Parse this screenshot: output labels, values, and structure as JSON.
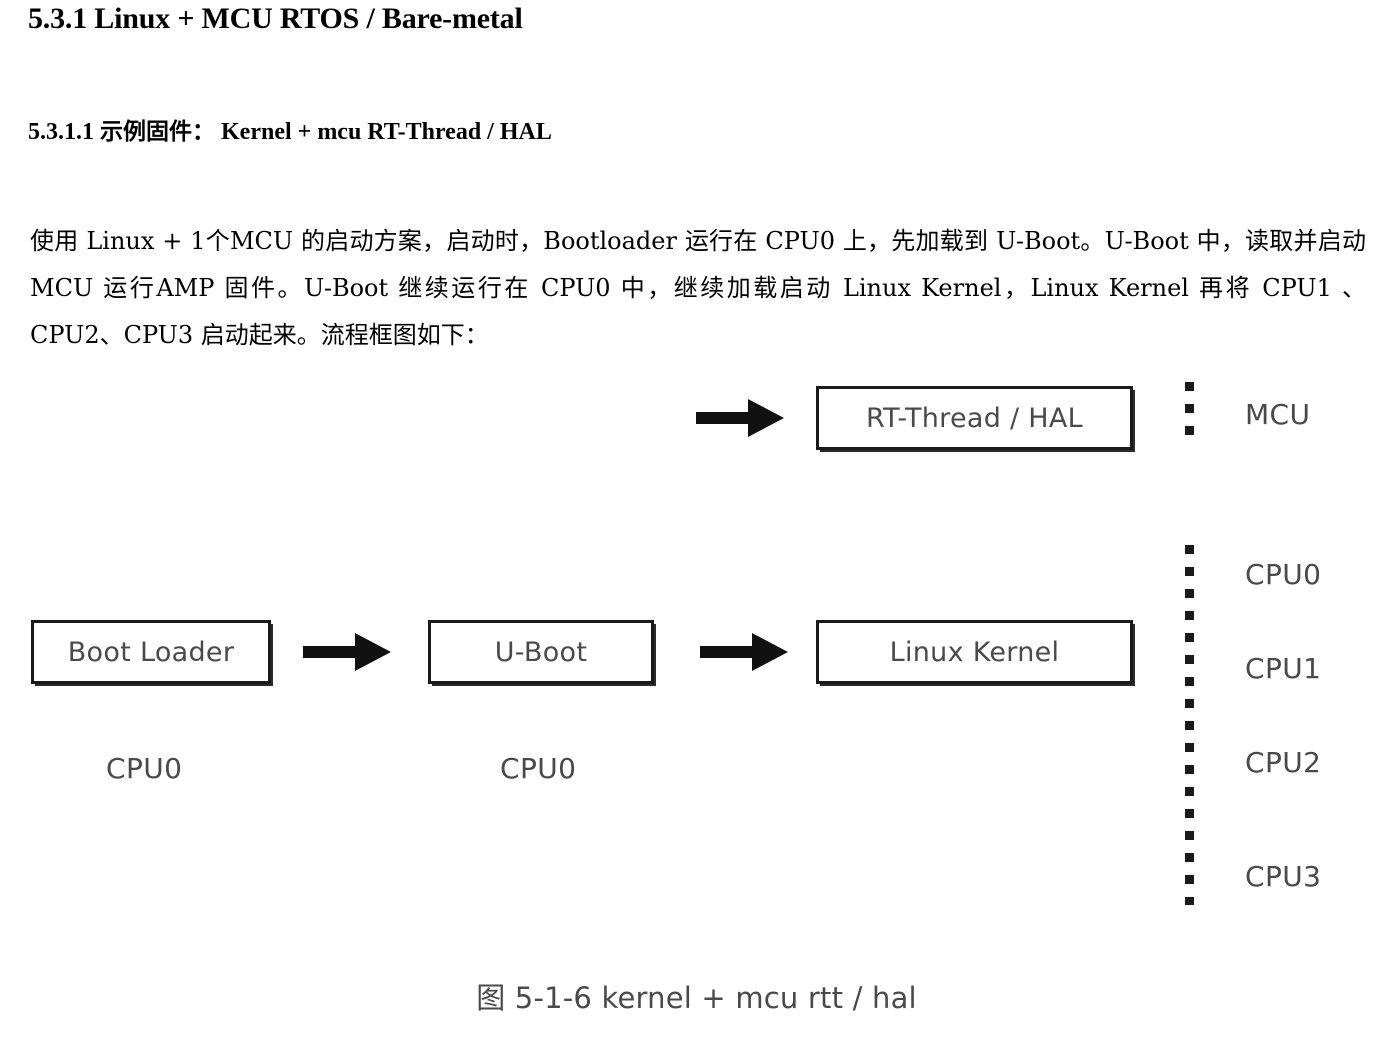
{
  "document": {
    "heading1": "5.3.1 Linux + MCU RTOS / Bare-metal",
    "heading2_prefix": "5.3.1.1 ",
    "heading2_cjk": "示例固件：",
    "heading2_suffix": "  Kernel + mcu RT-Thread / HAL",
    "paragraph": "使用 Linux + 1个MCU 的启动方案，启动时，Bootloader 运行在 CPU0 上，先加载到 U-Boot。U-Boot 中，读取并启动 MCU 运行AMP 固件。U-Boot 继续运行在 CPU0 中，继续加载启动 Linux Kernel，Linux Kernel 再将 CPU1 、CPU2、CPU3 启动起来。流程框图如下：",
    "caption": "图 5-1-6 kernel + mcu rtt / hal"
  },
  "diagram": {
    "boxes": {
      "rt_thread": "RT-Thread / HAL",
      "boot_loader": "Boot Loader",
      "u_boot": "U-Boot",
      "linux_kernel": "Linux Kernel"
    },
    "under_labels": {
      "boot_loader_cpu": "CPU0",
      "u_boot_cpu": "CPU0"
    },
    "side_labels": {
      "mcu": "MCU",
      "cpu0": "CPU0",
      "cpu1": "CPU1",
      "cpu2": "CPU2",
      "cpu3": "CPU3"
    },
    "colors": {
      "box_border": "#1a1a1a",
      "box_text": "#4a4a4a",
      "arrow": "#111111",
      "background": "#ffffff"
    }
  }
}
